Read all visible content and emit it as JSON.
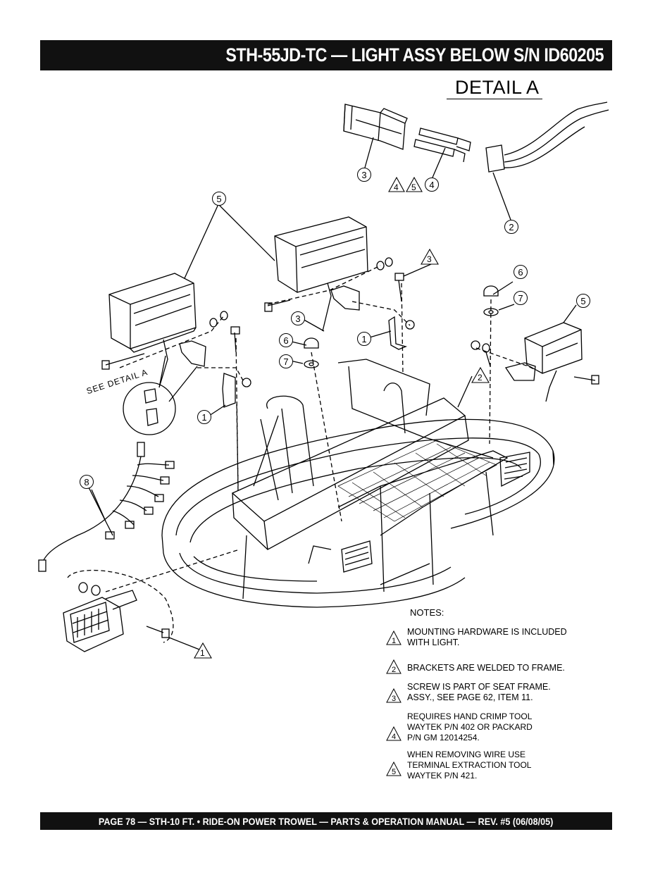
{
  "header": {
    "title": "STH-55JD-TC — LIGHT ASSY BELOW S/N  ID60205"
  },
  "detail": {
    "label": "DETAIL A",
    "see_label": "SEE DETAIL A"
  },
  "callouts": {
    "c1": "1",
    "c2": "2",
    "c3": "3",
    "c4": "4",
    "c5": "5",
    "c6": "6",
    "c7": "7",
    "c8": "8"
  },
  "notes": {
    "title": "NOTES:",
    "items": [
      {
        "num": "1",
        "text": "MOUNTING HARDWARE IS INCLUDED\nWITH LIGHT."
      },
      {
        "num": "2",
        "text": "BRACKETS ARE WELDED TO FRAME."
      },
      {
        "num": "3",
        "text": "SCREW IS PART OF SEAT FRAME.\nASSY., SEE PAGE 62, ITEM 11."
      },
      {
        "num": "4",
        "text": "REQUIRES HAND CRIMP TOOL\nWAYTEK P/N 402 OR PACKARD\nP/N GM 12014254."
      },
      {
        "num": "5",
        "text": "WHEN REMOVING WIRE USE\nTERMINAL EXTRACTION TOOL\n WAYTEK P/N 421."
      }
    ]
  },
  "footer": {
    "text": "PAGE 78 — STH-10 FT. • RIDE-ON POWER TROWEL — PARTS & OPERATION MANUAL — REV. #5 (06/08/05)"
  }
}
